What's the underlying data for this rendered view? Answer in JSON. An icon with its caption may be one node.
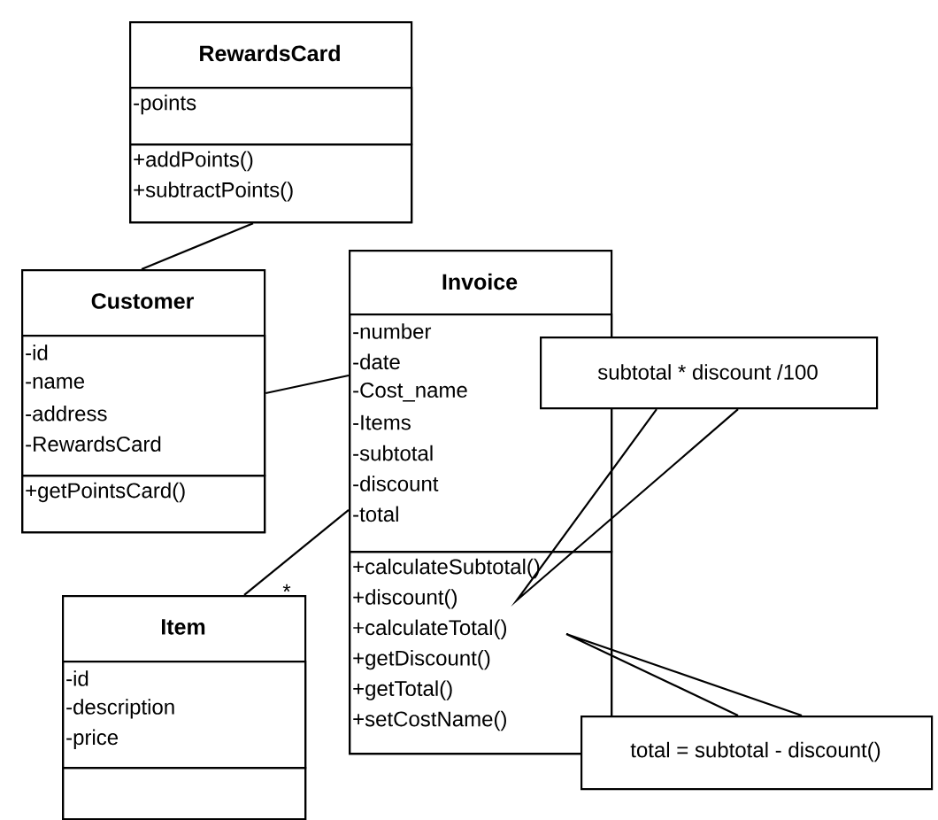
{
  "diagram": {
    "nodes": [
      {
        "text": [
          "RewardsCard"
        ]
      },
      {
        "text": [
          "-points"
        ],
        "in": 0
      },
      {
        "text": [
          "+addPoints()",
          "+subtractPoints()"
        ],
        "in": 0
      },
      {
        "text": [
          "Customer"
        ]
      },
      {
        "text": [
          "-id",
          "-name",
          "-address",
          "-RewardsCard"
        ],
        "in": 3
      },
      {
        "text": [
          "+getPointsCard()"
        ],
        "in": 3
      },
      {
        "text": [
          "Invoice"
        ]
      },
      {
        "text": [
          "-number",
          "-date",
          "-Cost_name",
          "-Items",
          "-subtotal",
          "-discount",
          "-total"
        ],
        "in": 6
      },
      {
        "text": [
          "+calculateSubtotal()",
          "+discount()",
          "+calculateTotal()",
          "+getDiscount()",
          "+getTotal()",
          "+setCostName()"
        ],
        "in": 6
      },
      {
        "text": [
          "Item"
        ]
      },
      {
        "text": [
          "-id",
          "-description",
          "-price"
        ],
        "in": 9
      },
      {
        "text": [],
        "shape": "box",
        "in": 9
      },
      {
        "text": [
          "subtotal * discount /100"
        ]
      },
      {
        "text": [
          "total = subtotal - discount()"
        ]
      }
    ],
    "edges": [
      {
        "from": 0,
        "to": 3,
        "arrow": "none"
      },
      {
        "from": 3,
        "to": 6,
        "arrow": "none"
      },
      {
        "from": 6,
        "to": 9,
        "arrow": "none"
      },
      {
        "from": 12,
        "to": null,
        "arrow": "none"
      },
      {
        "from": 13,
        "to": null,
        "arrow": "none"
      }
    ],
    "labels": [
      "*"
    ]
  }
}
